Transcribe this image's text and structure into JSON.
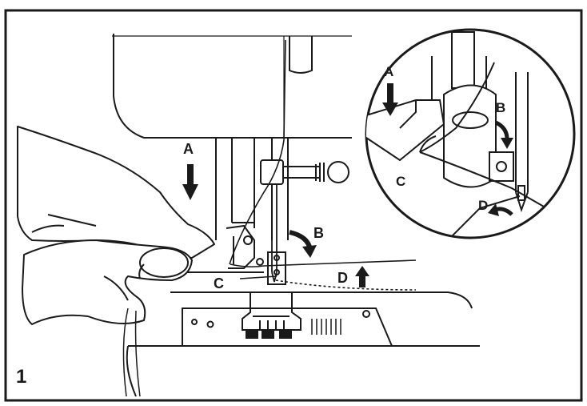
{
  "figure": {
    "number": "1",
    "labels": {
      "A": "A",
      "B": "B",
      "C": "C",
      "D": "D"
    },
    "inset_labels": {
      "A": "A",
      "B": "B",
      "C": "C",
      "D": "D"
    },
    "colors": {
      "ink": "#1a1a1a",
      "paper": "#ffffff",
      "shade": "#d9d9d9"
    },
    "icons": [
      "arrow-down-icon",
      "arrow-up-icon",
      "curved-arrow-icon",
      "hand-icon",
      "needle-icon",
      "presser-foot-icon"
    ]
  }
}
